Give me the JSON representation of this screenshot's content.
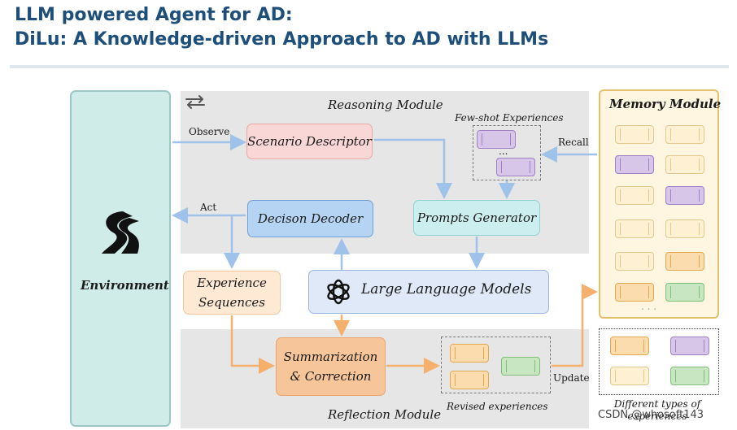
{
  "title": {
    "line1": "LLM powered Agent for AD:",
    "line2": "DiLu: A Knowledge-driven Approach to AD with LLMs"
  },
  "environment": {
    "label": "Environment"
  },
  "reasoning": {
    "label": "Reasoning Module"
  },
  "reflection": {
    "label": "Reflection Module"
  },
  "memory": {
    "label": "Memory Module"
  },
  "boxes": {
    "scenario_descriptor": "Scenario Descriptor",
    "decision_decoder": "Decison Decoder",
    "prompts_generator": "Prompts Generator",
    "llm": "Large Language Models",
    "experience_sequences": "Experience Sequences",
    "summarization": "Summarization & Correction"
  },
  "labels": {
    "observe": "Observe",
    "act": "Act",
    "recall": "Recall",
    "update": "Update",
    "few_shot": "Few-shot Experiences",
    "revised": "Revised experiences",
    "different_types": "Different types of experiences",
    "ellipsis_few_shot": "...",
    "ellipsis_memory": ". . ."
  },
  "watermark": "CSDN @whosoft143",
  "colors": {
    "title": "#1d4f7a",
    "environment": "#cfece9",
    "memory_border": "#e5c06b",
    "arrow_blue": "#9ec2ea",
    "arrow_orange": "#f5b06d"
  },
  "icons": {
    "sync": "sync-icon",
    "road": "road-icon",
    "openai": "openai-logo"
  }
}
